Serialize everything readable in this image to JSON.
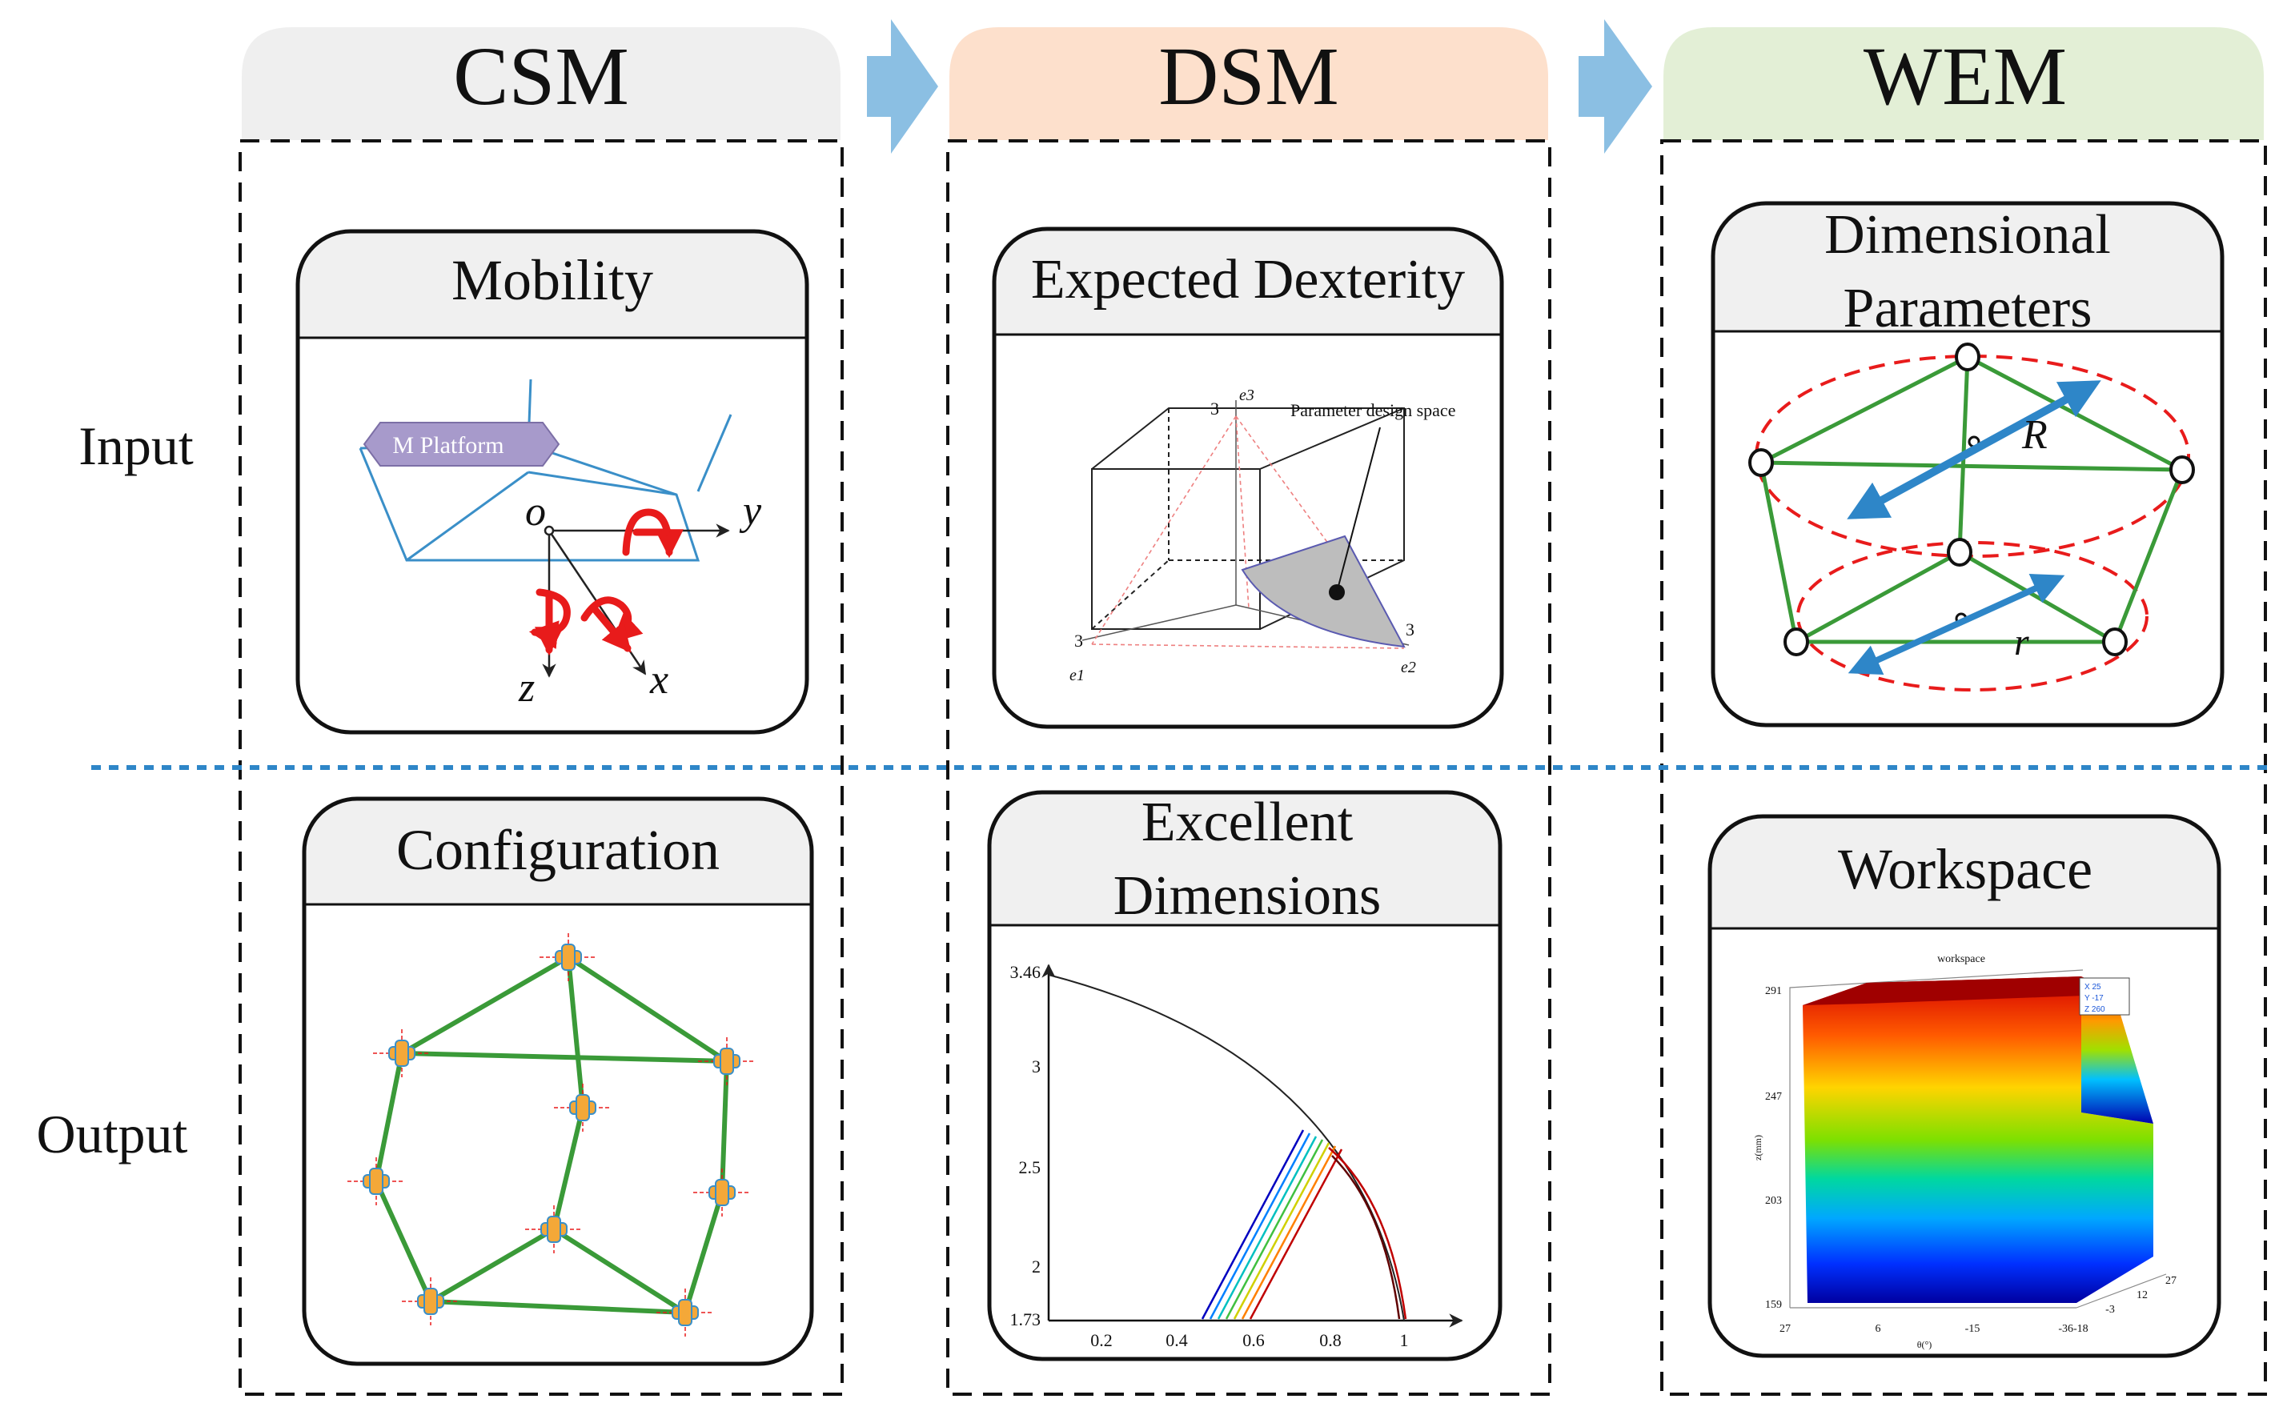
{
  "stages": [
    {
      "title": "CSM",
      "color": "#efefef"
    },
    {
      "title": "DSM",
      "color": "#fde0cc"
    },
    {
      "title": "WEM",
      "color": "#e3efd6"
    }
  ],
  "rows": {
    "input": "Input",
    "output": "Output"
  },
  "colors": {
    "arrow": "#8bbfe3",
    "divider": "#2e86c8",
    "card_header": "#f0f0f0",
    "green": "#3a9a38",
    "red": "#e81b1b",
    "blue_arrow": "#2e86c8",
    "platform": "#a79acb"
  },
  "cards": {
    "mobility": {
      "title": "Mobility",
      "platform_label": "M Platform",
      "axes": {
        "origin": "o",
        "y": "y",
        "z": "z",
        "x": "x"
      }
    },
    "expected_dexterity": {
      "title": "Expected Dexterity",
      "annotation": "Parameter design space",
      "ticks": [
        "3",
        "3",
        "3"
      ],
      "axes": [
        "e3",
        "e1",
        "e2"
      ]
    },
    "dimensional_parameters": {
      "title_line1": "Dimensional",
      "title_line2": "Parameters",
      "R": "R",
      "r": "r"
    },
    "configuration": {
      "title": "Configuration"
    },
    "excellent_dimensions": {
      "title_line1": "Excellent",
      "title_line2": "Dimensions",
      "y_ticks": [
        "3.46",
        "3",
        "2.5",
        "2",
        "1.73"
      ],
      "x_ticks": [
        "0.2",
        "0.4",
        "0.6",
        "0.8",
        "1"
      ]
    },
    "workspace": {
      "title": "Workspace",
      "plot_title": "workspace",
      "z_ticks": [
        "291",
        "247",
        "203",
        "159"
      ],
      "x_ticks": [
        "27",
        "6",
        "-15",
        "-36-18",
        "-3",
        "12",
        "27"
      ],
      "zlabel": "z(mm)",
      "xlabel": "θ(°)",
      "datatip": [
        "X 25",
        "Y -17",
        "Z 260"
      ]
    }
  }
}
